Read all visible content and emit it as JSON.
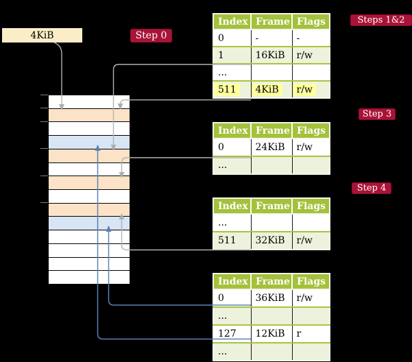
{
  "mem_label": {
    "text": "4KiB"
  },
  "badges": {
    "step0": "Step 0",
    "steps12": "Steps 1&2",
    "step3": "Step 3",
    "step4": "Step 4"
  },
  "tables": [
    {
      "name": "page-table-steps-1-2",
      "headers": [
        "Index",
        "Frame",
        "Flags"
      ],
      "rows": [
        {
          "cells": [
            "0",
            "-",
            "-"
          ]
        },
        {
          "cells": [
            "1",
            "16KiB",
            "r/w"
          ]
        },
        {
          "cells": [
            "...",
            "",
            ""
          ]
        },
        {
          "cells": [
            "511",
            "4KiB",
            "r/w"
          ],
          "highlight": true
        }
      ]
    },
    {
      "name": "page-table-step-3",
      "headers": [
        "Index",
        "Frame",
        "Flags"
      ],
      "rows": [
        {
          "cells": [
            "0",
            "24KiB",
            "r/w"
          ]
        },
        {
          "cells": [
            "...",
            "",
            ""
          ]
        }
      ]
    },
    {
      "name": "page-table-step-4",
      "headers": [
        "Index",
        "Frame",
        "Flags"
      ],
      "rows": [
        {
          "cells": [
            "...",
            "",
            ""
          ]
        },
        {
          "cells": [
            "511",
            "32KiB",
            "r/w"
          ]
        }
      ]
    },
    {
      "name": "page-table-bottom",
      "headers": [
        "Index",
        "Frame",
        "Flags"
      ],
      "rows": [
        {
          "cells": [
            "0",
            "36KiB",
            "r/w"
          ]
        },
        {
          "cells": [
            "...",
            "",
            ""
          ]
        },
        {
          "cells": [
            "127",
            "12KiB",
            "r"
          ]
        },
        {
          "cells": [
            "...",
            "",
            ""
          ]
        }
      ]
    }
  ],
  "memory_strip": {
    "rows": [
      "white",
      "peach",
      "white",
      "blue",
      "peach",
      "white",
      "peach",
      "white",
      "peach",
      "blue",
      "white",
      "white",
      "white",
      "white"
    ]
  },
  "colors": {
    "background": "#000000",
    "badge_red": "#a91338",
    "table_header_green": "#a4c13b",
    "table_row_green": "#edf2dc",
    "frame_peach": "#fce3c7",
    "frame_blue": "#d8e5f4",
    "label_cream": "#fcedc9",
    "highlight_yellow": "#feff9e",
    "arrow_gray": "#b0b0b0",
    "arrow_blue": "#5b81b4"
  }
}
